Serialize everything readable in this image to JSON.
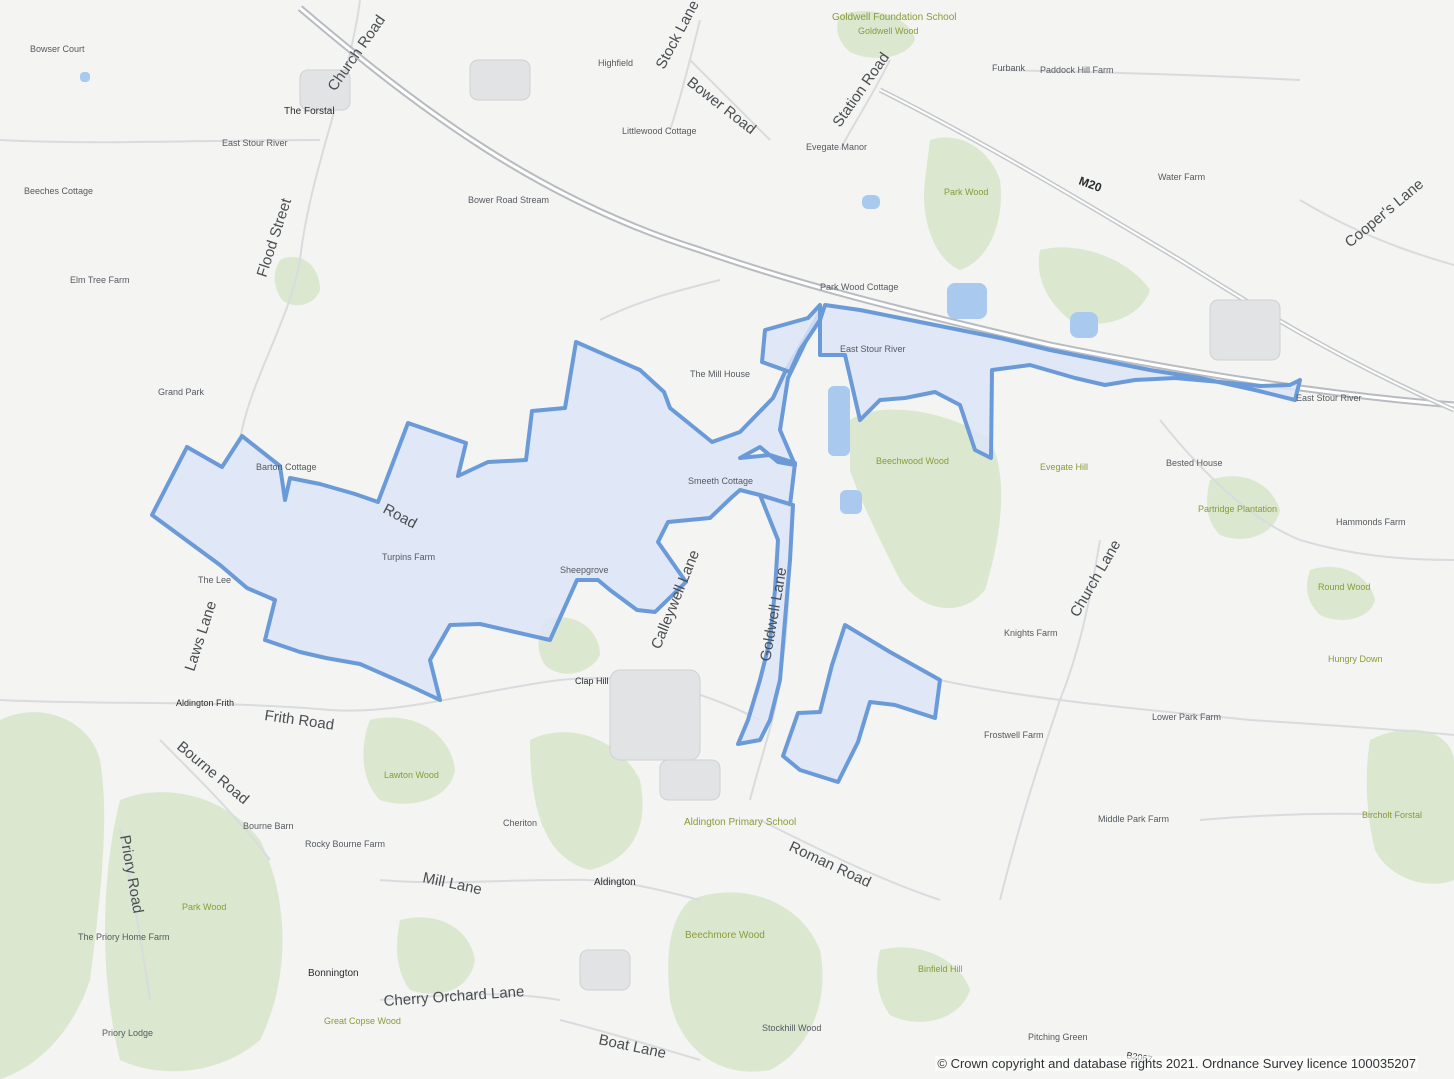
{
  "colors": {
    "background": "#f4f4f2",
    "woodland": "#dbe8cf",
    "water": "#a9c9ee",
    "road_casing": "#b8bcc0",
    "boundary_stroke": "#6a9ad8",
    "boundary_fill": "#dce4f8"
  },
  "labels": {
    "the_forstal": "The Forstal",
    "church_road_n": "Church Road",
    "bowser_court": "Bowser Court",
    "east_stour_river_w": "East Stour River",
    "beeches_cottage": "Beeches Cottage",
    "flood_street": "Flood Street",
    "street_farm": "Elm Tree Farm",
    "grand_park": "Grand Park",
    "highfield": "Highfield",
    "stock_lane": "Stock Lane",
    "bower_road": "Bower Road",
    "littlewood_cottage": "Littlewood Cottage",
    "bower_road_stream": "Bower Road Stream",
    "station_road": "Station Road",
    "evegate_manor": "Evegate Manor",
    "evegate_school": "Goldwell Foundation School",
    "furbank": "Furbank",
    "paddock_hill_farm": "Paddock Hill Farm",
    "m20": "M20",
    "water_farm": "Water Farm",
    "park_wood_n": "Park Wood",
    "coopers_lane": "Cooper's Lane",
    "park_wood_cottage": "Park Wood Cottage",
    "the_mill_house": "The Mill House",
    "east_stour_river_e": "East Stour River",
    "east_stour_river_mid": "East Stour River",
    "bungalow_cottage": "Barton Cottage",
    "road_in_area": "Road",
    "copse_in_area": "Turpins Farm",
    "area_label_2": "Smeeth Cottage",
    "area_label_3": "Sheepgrove",
    "the_lane": "The Lee",
    "laws_lane": "Laws Lane",
    "aldington_frith": "Aldington Frith",
    "frith_road": "Frith Road",
    "clap_hill": "Clap Hill",
    "calleywell_lane": "Calleywell Lane",
    "goldwell_lane": "Goldwell Lane",
    "beechwood_wood": "Beechwood Wood",
    "evegate_hill": "Evegate Hill",
    "church_lane": "Church Lane",
    "bested_house": "Bested House",
    "partridge_plantation": "Partridge Plantation",
    "hammonds_farm": "Hammonds Farm",
    "round_wood": "Round Wood",
    "knights_farm": "Knights Farm",
    "hungry_down": "Hungry Down",
    "lower_park_farm": "Lower Park Farm",
    "frostwell_farm": "Frostwell Farm",
    "bourne_road": "Bourne Road",
    "lawton_wood": "Lawton Wood",
    "bourne_barn": "Bourne Barn",
    "rocky_bourne_farm": "Rocky Bourne Farm",
    "priory_road": "Priory Road",
    "mill_lane": "Mill Lane",
    "cheriton": "Cheriton",
    "aldington": "Aldington",
    "aldington_school": "Aldington Primary School",
    "roman_road": "Roman Road",
    "middle_park_farm": "Middle Park Farm",
    "bircholt_wood": "Bircholt Forstal",
    "park_wood_s": "Park Wood",
    "the_priory_farm": "The Priory Home Farm",
    "bonnington": "Bonnington",
    "beechmore_wood": "Beechmore Wood",
    "cherry_orchard_lane": "Cherry Orchard Lane",
    "great_copse_wood": "Great Copse Wood",
    "priory_lodge": "Priory Lodge",
    "boat_lane": "Boat Lane",
    "stockhill_wood": "Stockhill Wood",
    "binfield_hill": "Binfield Hill",
    "pitchy_green": "Pitching Green",
    "b2067": "B2067",
    "goldwell_wood": "Goldwell Wood"
  },
  "copyright": "© Crown copyright and database rights 2021. Ordnance Survey licence 100035207"
}
